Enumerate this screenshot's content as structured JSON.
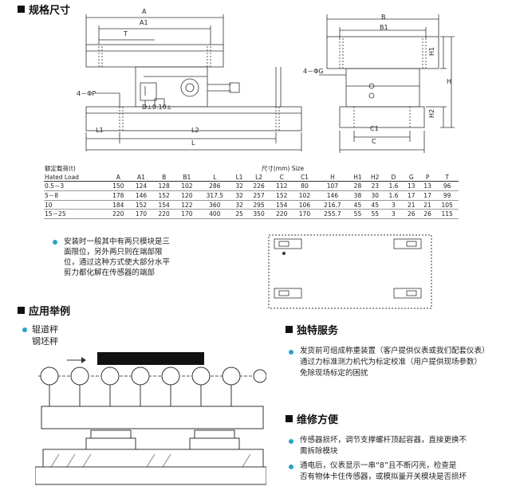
{
  "sections": {
    "spec": "规格尺寸",
    "application": "应用举例",
    "service": "独特服务",
    "maintenance": "维修方便"
  },
  "drawing_labels": {
    "A": "A",
    "A1": "A1",
    "T": "T",
    "P": "4－ΦP",
    "D": "D±0.10±",
    "L1": "L1",
    "L2": "L2",
    "L": "L",
    "B": "B",
    "B1": "B1",
    "G": "4－ΦG",
    "H1": "H1",
    "H": "H",
    "H2": "H2",
    "C1": "C1",
    "C": "C"
  },
  "table": {
    "rated_cn": "额定载荷(t)",
    "rated_en": "Hated Load",
    "size_header": "尺寸(mm)  Size",
    "columns": [
      "A",
      "A1",
      "B",
      "B1",
      "L",
      "L1",
      "L2",
      "C",
      "C1",
      "H",
      "H1",
      "H2",
      "D",
      "G",
      "P",
      "T"
    ],
    "rows": [
      {
        "load": "0.5－3",
        "values": [
          "150",
          "124",
          "128",
          "102",
          "286",
          "32",
          "226",
          "112",
          "80",
          "107",
          "28",
          "23",
          "1.6",
          "13",
          "13",
          "96"
        ]
      },
      {
        "load": "5－8",
        "values": [
          "178",
          "146",
          "152",
          "120",
          "317.5",
          "32",
          "257",
          "152",
          "102",
          "146",
          "38",
          "30",
          "1.6",
          "17",
          "17",
          "99"
        ]
      },
      {
        "load": "10",
        "values": [
          "184",
          "152",
          "154",
          "122",
          "360",
          "32",
          "295",
          "154",
          "106",
          "216.7",
          "45",
          "45",
          "3",
          "21",
          "21",
          "105"
        ]
      },
      {
        "load": "15－25",
        "values": [
          "220",
          "170",
          "220",
          "170",
          "400",
          "25",
          "350",
          "220",
          "170",
          "255.7",
          "55",
          "55",
          "3",
          "26",
          "26",
          "115"
        ]
      }
    ]
  },
  "install_note": [
    "安装时一般其中有两只模块是三",
    "面限位，另外两只则在端部限",
    "位，通过这种方式使大部分水平",
    "剪力都化解在传感器的端部"
  ],
  "application_items": [
    "辊道秤",
    "钢坯秤"
  ],
  "service_text": [
    "发货前可组成称重装置（客户提供仪表或我们配套仪表）",
    "通过力标准测力机代为标定校准（用户提供现场参数）",
    "免除现场标定的困扰"
  ],
  "maintenance_items": [
    [
      "传感器损坏，调节支撑螺杆顶起容器，直接更换不",
      "需拆除模块"
    ],
    [
      "通电后，仪表显示一串“8”且不断闪亮，检查是",
      "否有物体卡住传感器，或模拟量开关模块是否损坏"
    ]
  ],
  "colors": {
    "bullet": "#2aa0c8",
    "line": "#333333",
    "hatch": "#888888"
  }
}
